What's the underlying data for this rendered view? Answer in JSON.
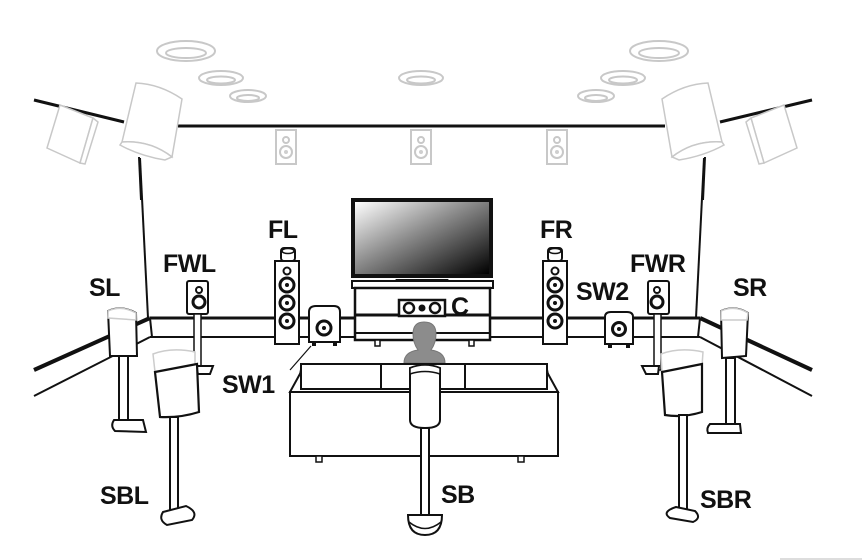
{
  "diagram": {
    "title": "Home theater speaker layout",
    "colors": {
      "line": "#111111",
      "ghost": "#c8c8c8",
      "listener": "#8c8c8c",
      "background": "#ffffff"
    },
    "speakers": [
      {
        "id": "FL",
        "label": "FL",
        "name": "Front Left"
      },
      {
        "id": "FR",
        "label": "FR",
        "name": "Front Right"
      },
      {
        "id": "C",
        "label": "C",
        "name": "Center"
      },
      {
        "id": "FWL",
        "label": "FWL",
        "name": "Front Wide Left"
      },
      {
        "id": "FWR",
        "label": "FWR",
        "name": "Front Wide Right"
      },
      {
        "id": "SL",
        "label": "SL",
        "name": "Surround Left"
      },
      {
        "id": "SR",
        "label": "SR",
        "name": "Surround Right"
      },
      {
        "id": "SW1",
        "label": "SW1",
        "name": "Subwoofer 1"
      },
      {
        "id": "SW2",
        "label": "SW2",
        "name": "Subwoofer 2"
      },
      {
        "id": "SBL",
        "label": "SBL",
        "name": "Surround Back Left"
      },
      {
        "id": "SBR",
        "label": "SBR",
        "name": "Surround Back Right"
      },
      {
        "id": "SB",
        "label": "SB",
        "name": "Surround Back"
      }
    ],
    "labels": {
      "FL": "FL",
      "FR": "FR",
      "C": "C",
      "FWL": "FWL",
      "FWR": "FWR",
      "SL": "SL",
      "SR": "SR",
      "SW1": "SW1",
      "SW2": "SW2",
      "SBL": "SBL",
      "SBR": "SBR",
      "SB": "SB"
    },
    "height_speakers_shown": "ghosted (light gray)",
    "objects": [
      "tv",
      "tv-stand",
      "sofa",
      "listener"
    ]
  }
}
